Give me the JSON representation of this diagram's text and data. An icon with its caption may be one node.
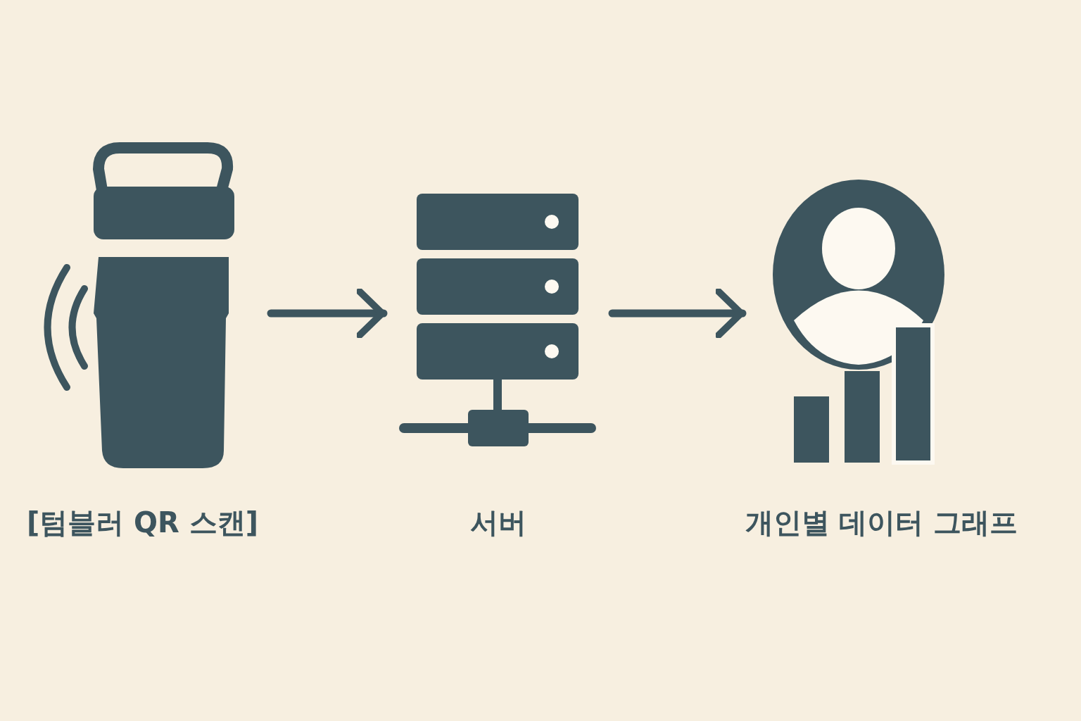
{
  "diagram": {
    "nodes": [
      {
        "text": [
          "[텀블러 QR 스캔]"
        ]
      },
      {
        "text": [
          "서버"
        ]
      },
      {
        "text": [
          "개인별 데이터 그래프"
        ]
      }
    ],
    "edges": [
      {
        "from": 0,
        "to": 1,
        "arrow": "to"
      },
      {
        "from": 1,
        "to": 2,
        "arrow": "to"
      }
    ]
  }
}
